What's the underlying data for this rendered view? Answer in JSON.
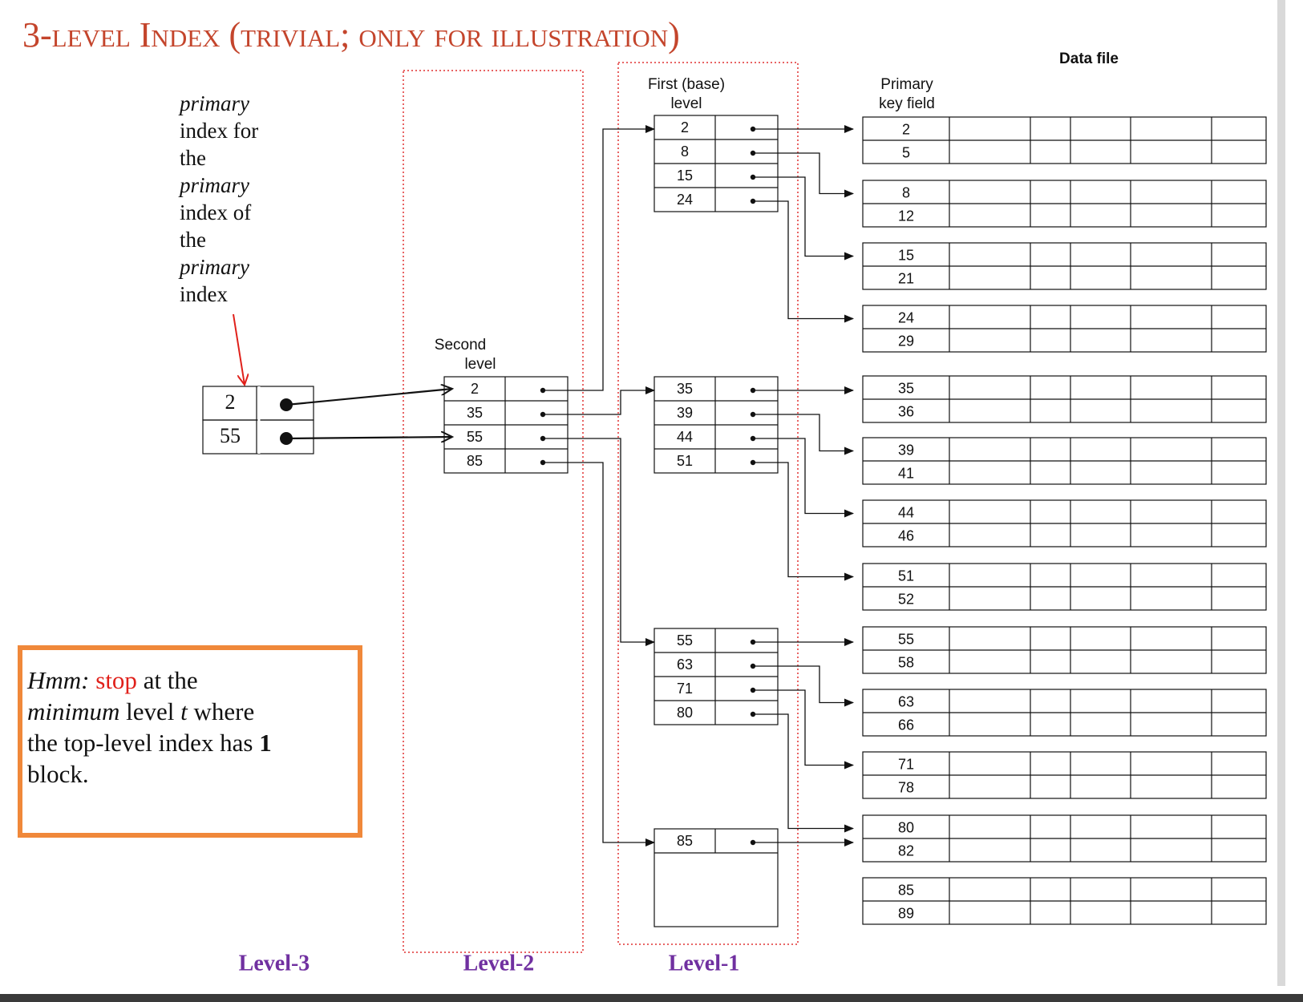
{
  "title": "3-level Index (trivial; only for illustration)",
  "annotation": {
    "lines": [
      {
        "text": "primary",
        "italic": true
      },
      {
        "text": "index for",
        "italic": false
      },
      {
        "text": "the",
        "italic": false
      },
      {
        "text": "primary",
        "italic": true
      },
      {
        "text": "index of",
        "italic": false
      },
      {
        "text": "the",
        "italic": false
      },
      {
        "text": "primary",
        "italic": true
      },
      {
        "text": "index",
        "italic": false
      }
    ]
  },
  "note": {
    "hmm": "Hmm:",
    "stop": "stop",
    "at_the": " at the",
    "minimum": "minimum",
    "level": " level ",
    "t": "t",
    "where": " where",
    "line3": "the top-level index has ",
    "one": "1",
    "block": "block."
  },
  "labels": {
    "data_file": "Data file",
    "primary_key_line1": "Primary",
    "primary_key_line2": "key field",
    "first_level_line1": "First (base)",
    "first_level_line2": "level",
    "second_level_line1": "Second",
    "second_level_line2": "level"
  },
  "level_labels": [
    "Level-3",
    "Level-2",
    "Level-1"
  ],
  "level3": [
    "2",
    "55"
  ],
  "level2": [
    "2",
    "35",
    "55",
    "85"
  ],
  "level1_blocks": [
    [
      "2",
      "8",
      "15",
      "24"
    ],
    [
      "35",
      "39",
      "44",
      "51"
    ],
    [
      "55",
      "63",
      "71",
      "80"
    ],
    [
      "85"
    ]
  ],
  "data_blocks": [
    [
      "2",
      "5"
    ],
    [
      "8",
      "12"
    ],
    [
      "15",
      "21"
    ],
    [
      "24",
      "29"
    ],
    [
      "35",
      "36"
    ],
    [
      "39",
      "41"
    ],
    [
      "44",
      "46"
    ],
    [
      "51",
      "52"
    ],
    [
      "55",
      "58"
    ],
    [
      "63",
      "66"
    ],
    [
      "71",
      "78"
    ],
    [
      "80",
      "82"
    ],
    [
      "85",
      "89"
    ]
  ],
  "colors": {
    "title": "#c4452c",
    "level_label": "#7030a0",
    "note_border": "#f0883a",
    "dotted_box": "#e03030",
    "annotation_arrow": "#e0201a"
  }
}
